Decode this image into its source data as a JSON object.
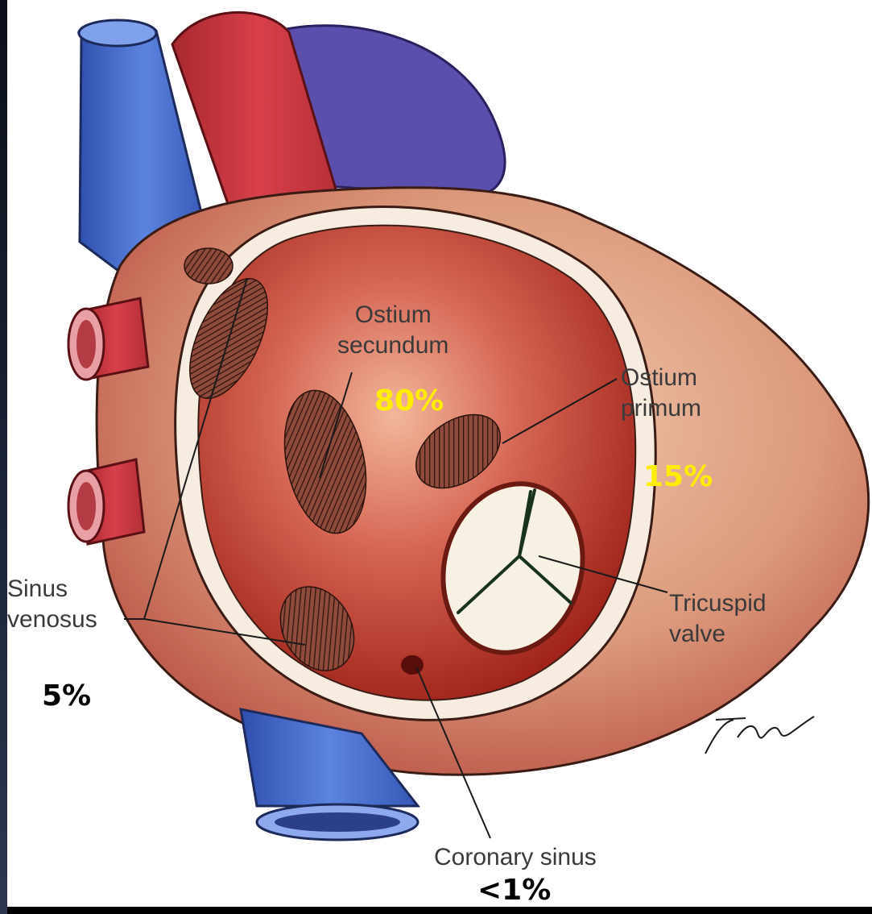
{
  "labels": {
    "ostium_secundum": [
      "Ostium",
      "secundum"
    ],
    "ostium_primum": [
      "Ostium",
      "primum"
    ],
    "sinus_venosus": [
      "Sinus",
      "venosus"
    ],
    "tricuspid_valve": [
      "Tricuspid",
      "valve"
    ],
    "coronary_sinus": "Coronary sinus"
  },
  "percentages": {
    "ostium_secundum": "80%",
    "ostium_primum": "15%",
    "sinus_venosus": "5%",
    "coronary_sinus": "<1%"
  },
  "colors": {
    "percent_highlight": "#ffee00",
    "percent_plain": "#000000",
    "vein_blue": "#4a6fd0",
    "artery_red": "#c8353d",
    "heart_tan": "#d99a7a",
    "atrium_interior": "#b8281f"
  }
}
